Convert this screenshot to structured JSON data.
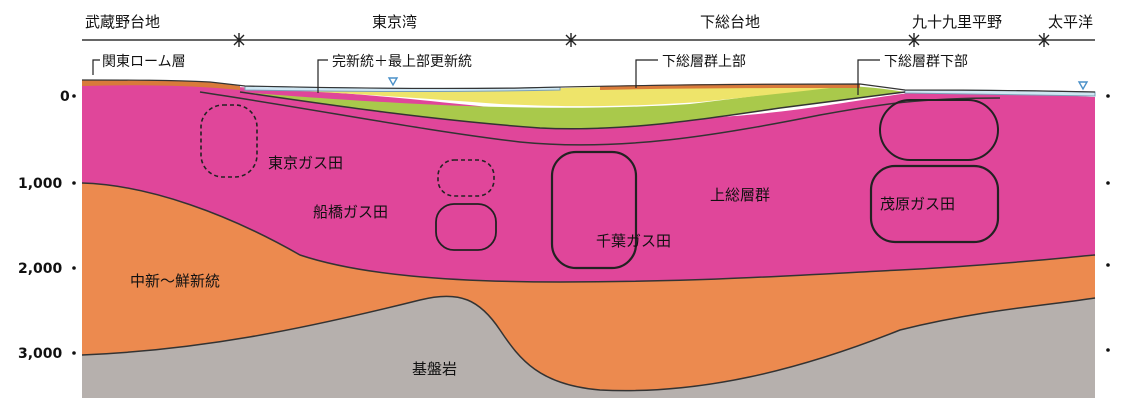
{
  "regions": {
    "musashino": "武蔵野台地",
    "tokyo_bay": "東京湾",
    "shimousa": "下総台地",
    "kujukuri": "九十九里平野",
    "pacific": "太平洋"
  },
  "callouts": {
    "kanto_loam": "関東ローム層",
    "holocene": "完新統＋最上部更新統",
    "shimousa_upper": "下総層群上部",
    "shimousa_lower": "下総層群下部"
  },
  "depth_axis": {
    "ticks": [
      "0",
      "1,000",
      "2,000",
      "3,000"
    ]
  },
  "layers": {
    "kazusa": "上総層群",
    "miocene": "中新～鮮新統",
    "basement": "基盤岩"
  },
  "gas_fields": {
    "tokyo": "東京ガス田",
    "funabashi": "船橋ガス田",
    "chiba": "千葉ガス田",
    "mobara": "茂原ガス田"
  },
  "colors": {
    "kazusa": "#e0469a",
    "miocene": "#ec8a4f",
    "basement": "#b6b0ad",
    "shimousa_lower": "#a9c94b",
    "holocene": "#eee46a",
    "loam": "#d97a3a",
    "water": "#cfe7f3"
  }
}
